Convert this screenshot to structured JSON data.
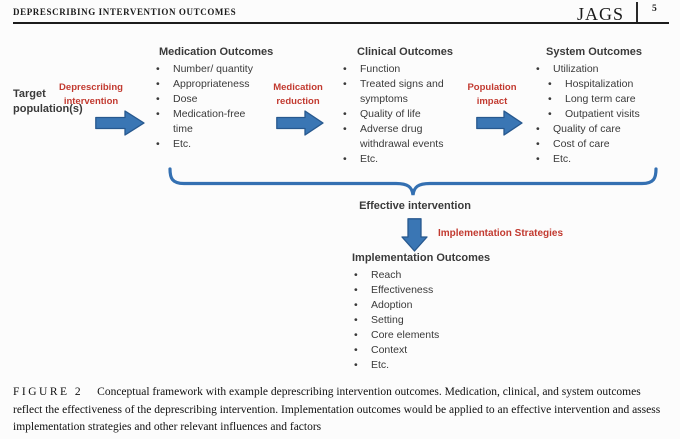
{
  "header": {
    "running_head": "DEPRESCRIBING INTERVENTION OUTCOMES",
    "journal": "JAGS",
    "page_number": "5"
  },
  "diagram": {
    "target_population": "Target population(s)",
    "arrow_labels": [
      "Deprescribing intervention",
      "Medication reduction",
      "Population impact"
    ],
    "columns": [
      {
        "title": "Medication Outcomes",
        "items": [
          {
            "text": "Number/ quantity",
            "indent": false
          },
          {
            "text": "Appropriateness",
            "indent": false
          },
          {
            "text": "Dose",
            "indent": false
          },
          {
            "text": "Medication-free time",
            "indent": false
          },
          {
            "text": "Etc.",
            "indent": false
          }
        ]
      },
      {
        "title": "Clinical Outcomes",
        "items": [
          {
            "text": "Function",
            "indent": false
          },
          {
            "text": "Treated signs and symptoms",
            "indent": false
          },
          {
            "text": "Quality of life",
            "indent": false
          },
          {
            "text": "Adverse drug withdrawal events",
            "indent": false
          },
          {
            "text": "Etc.",
            "indent": false
          }
        ]
      },
      {
        "title": "System Outcomes",
        "items": [
          {
            "text": "Utilization",
            "indent": false
          },
          {
            "text": "Hospitalization",
            "indent": true
          },
          {
            "text": "Long term care",
            "indent": true
          },
          {
            "text": "Outpatient visits",
            "indent": true
          },
          {
            "text": "Quality of care",
            "indent": false
          },
          {
            "text": "Cost of care",
            "indent": false
          },
          {
            "text": "Etc.",
            "indent": false
          }
        ]
      }
    ],
    "effective_intervention": "Effective intervention",
    "implementation_strategies": "Implementation Strategies",
    "implementation": {
      "title": "Implementation Outcomes",
      "items": [
        "Reach",
        "Effectiveness",
        "Adoption",
        "Setting",
        "Core elements",
        "Context",
        "Etc."
      ]
    }
  },
  "caption": {
    "label": "FIGURE 2",
    "text": "Conceptual framework with example deprescribing intervention outcomes. Medication, clinical, and system outcomes reflect the effectiveness of the deprescribing intervention. Implementation outcomes would be applied to an effective intervention and assess implementation strategies and other relevant influences and factors"
  },
  "colors": {
    "arrow_blue": "#3a76b4",
    "arrow_border": "#27588e",
    "brace_blue": "#3470b2",
    "accent_red": "#c23a30",
    "text_dark": "#3a3a3a"
  }
}
